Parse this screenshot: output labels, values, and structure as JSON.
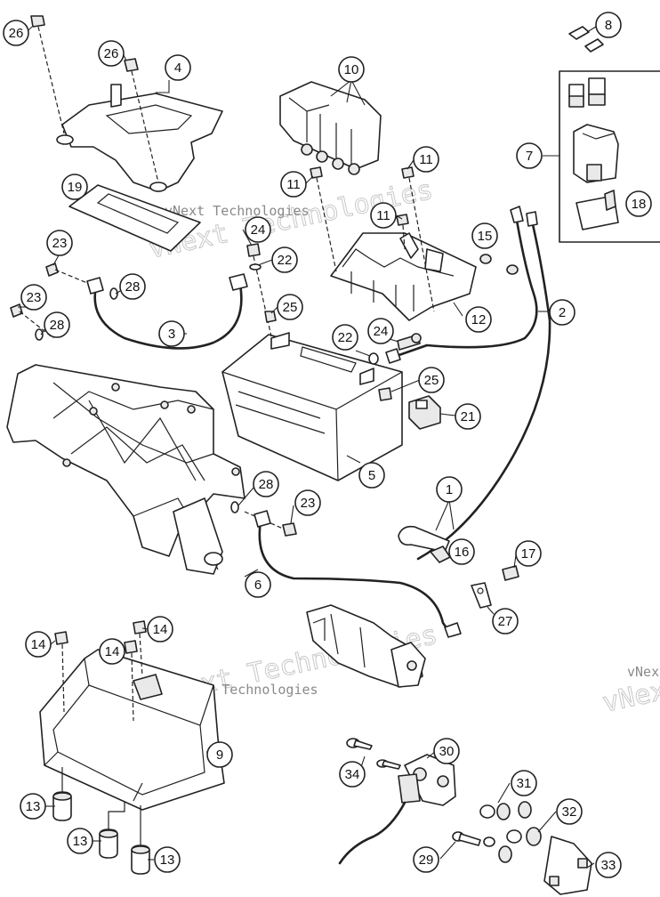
{
  "diagram": {
    "callouts": [
      {
        "id": "c26a",
        "label": "26"
      },
      {
        "id": "c26b",
        "label": "26"
      },
      {
        "id": "c4",
        "label": "4"
      },
      {
        "id": "c10",
        "label": "10"
      },
      {
        "id": "c8",
        "label": "8"
      },
      {
        "id": "c7",
        "label": "7"
      },
      {
        "id": "c18",
        "label": "18"
      },
      {
        "id": "c19",
        "label": "19"
      },
      {
        "id": "c11a",
        "label": "11"
      },
      {
        "id": "c11b",
        "label": "11"
      },
      {
        "id": "c11c",
        "label": "11"
      },
      {
        "id": "c15",
        "label": "15"
      },
      {
        "id": "c23a",
        "label": "23"
      },
      {
        "id": "c24a",
        "label": "24"
      },
      {
        "id": "c22a",
        "label": "22"
      },
      {
        "id": "c28a",
        "label": "28"
      },
      {
        "id": "c23b",
        "label": "23"
      },
      {
        "id": "c28b",
        "label": "28"
      },
      {
        "id": "c3",
        "label": "3"
      },
      {
        "id": "c25a",
        "label": "25"
      },
      {
        "id": "c12",
        "label": "12"
      },
      {
        "id": "c2",
        "label": "2"
      },
      {
        "id": "c22b",
        "label": "22"
      },
      {
        "id": "c24b",
        "label": "24"
      },
      {
        "id": "c25b",
        "label": "25"
      },
      {
        "id": "c21",
        "label": "21"
      },
      {
        "id": "c5",
        "label": "5"
      },
      {
        "id": "c28c",
        "label": "28"
      },
      {
        "id": "c23c",
        "label": "23"
      },
      {
        "id": "c1",
        "label": "1"
      },
      {
        "id": "c16",
        "label": "16"
      },
      {
        "id": "c17",
        "label": "17"
      },
      {
        "id": "c6",
        "label": "6"
      },
      {
        "id": "c27",
        "label": "27"
      },
      {
        "id": "c14a",
        "label": "14"
      },
      {
        "id": "c14b",
        "label": "14"
      },
      {
        "id": "c14c",
        "label": "14"
      },
      {
        "id": "c9",
        "label": "9"
      },
      {
        "id": "c13a",
        "label": "13"
      },
      {
        "id": "c13b",
        "label": "13"
      },
      {
        "id": "c13c",
        "label": "13"
      },
      {
        "id": "c30",
        "label": "30"
      },
      {
        "id": "c34",
        "label": "34"
      },
      {
        "id": "c31",
        "label": "31"
      },
      {
        "id": "c32",
        "label": "32"
      },
      {
        "id": "c29",
        "label": "29"
      },
      {
        "id": "c33",
        "label": "33"
      }
    ],
    "watermarks": [
      {
        "id": "w1",
        "text": "vNext Technologies"
      },
      {
        "id": "w2",
        "text": "vNext Technologies"
      },
      {
        "id": "w3",
        "text": "vNext Technologies"
      },
      {
        "id": "w4",
        "text": "vNext Technologies"
      },
      {
        "id": "w5",
        "text": "vNext Technologies"
      },
      {
        "id": "w6",
        "text": "vNext Technologies"
      }
    ]
  }
}
